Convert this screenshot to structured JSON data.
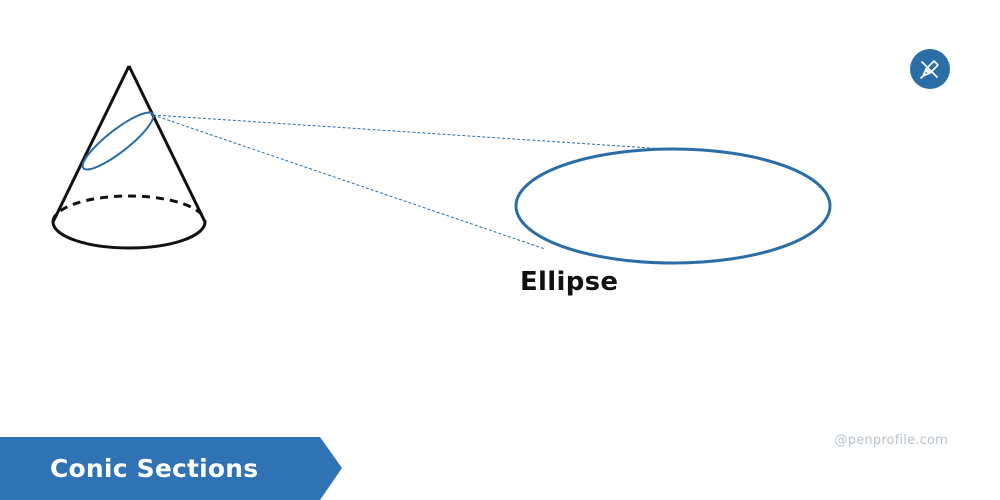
{
  "diagram": {
    "label": "Ellipse",
    "colors": {
      "outline": "#111111",
      "accent": "#2b6ea6"
    }
  },
  "banner": {
    "title": "Conic Sections",
    "color": "#2f73b5"
  },
  "watermark": {
    "text": "@penprofile.com"
  },
  "brand": {
    "icon": "pen-nib-icon"
  }
}
